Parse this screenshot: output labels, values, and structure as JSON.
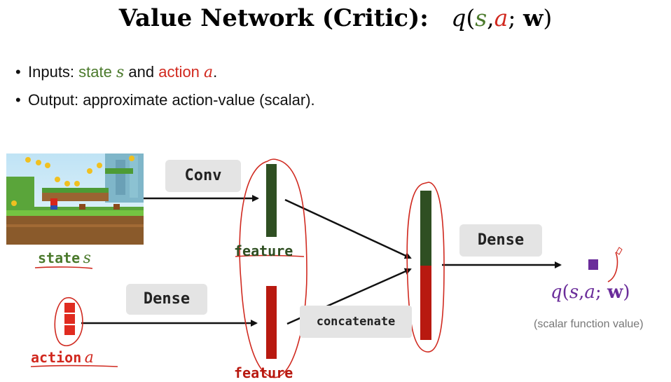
{
  "title": {
    "main": "Value Network (Critic):",
    "q": "q",
    "open": "(",
    "s": "s",
    "comma": ",",
    "a": "a",
    "semi": ";",
    "w": "w",
    "close": ")"
  },
  "bullets": [
    {
      "prefix": "Inputs: ",
      "state_word": "state ",
      "s": "s",
      "mid": " and ",
      "action_word": "action ",
      "a": "a",
      "end": "."
    },
    {
      "text": "Output: approximate action-value (scalar)."
    }
  ],
  "diagram": {
    "conv_label": "Conv",
    "dense1_label": "Dense",
    "dense2_label": "Dense",
    "concat_label": "concatenate",
    "feature_top": "feature",
    "feature_bottom": "feature",
    "state_word": "state",
    "state_var": "s",
    "action_word": "action",
    "action_var": "a",
    "output_math": {
      "q": "q",
      "open": "(",
      "s": "s",
      "c1": ",",
      "a": "a",
      "semi": ";",
      "w": "w",
      "close": ")"
    },
    "output_note": "(scalar function value)"
  },
  "colors": {
    "feature_green": "#2f4f22",
    "feature_red": "#b81910",
    "action_red": "#e02b20",
    "output_purple": "#6a2c9a",
    "annotation_red": "#d02a20",
    "label_bg": "#e4e4e4"
  }
}
